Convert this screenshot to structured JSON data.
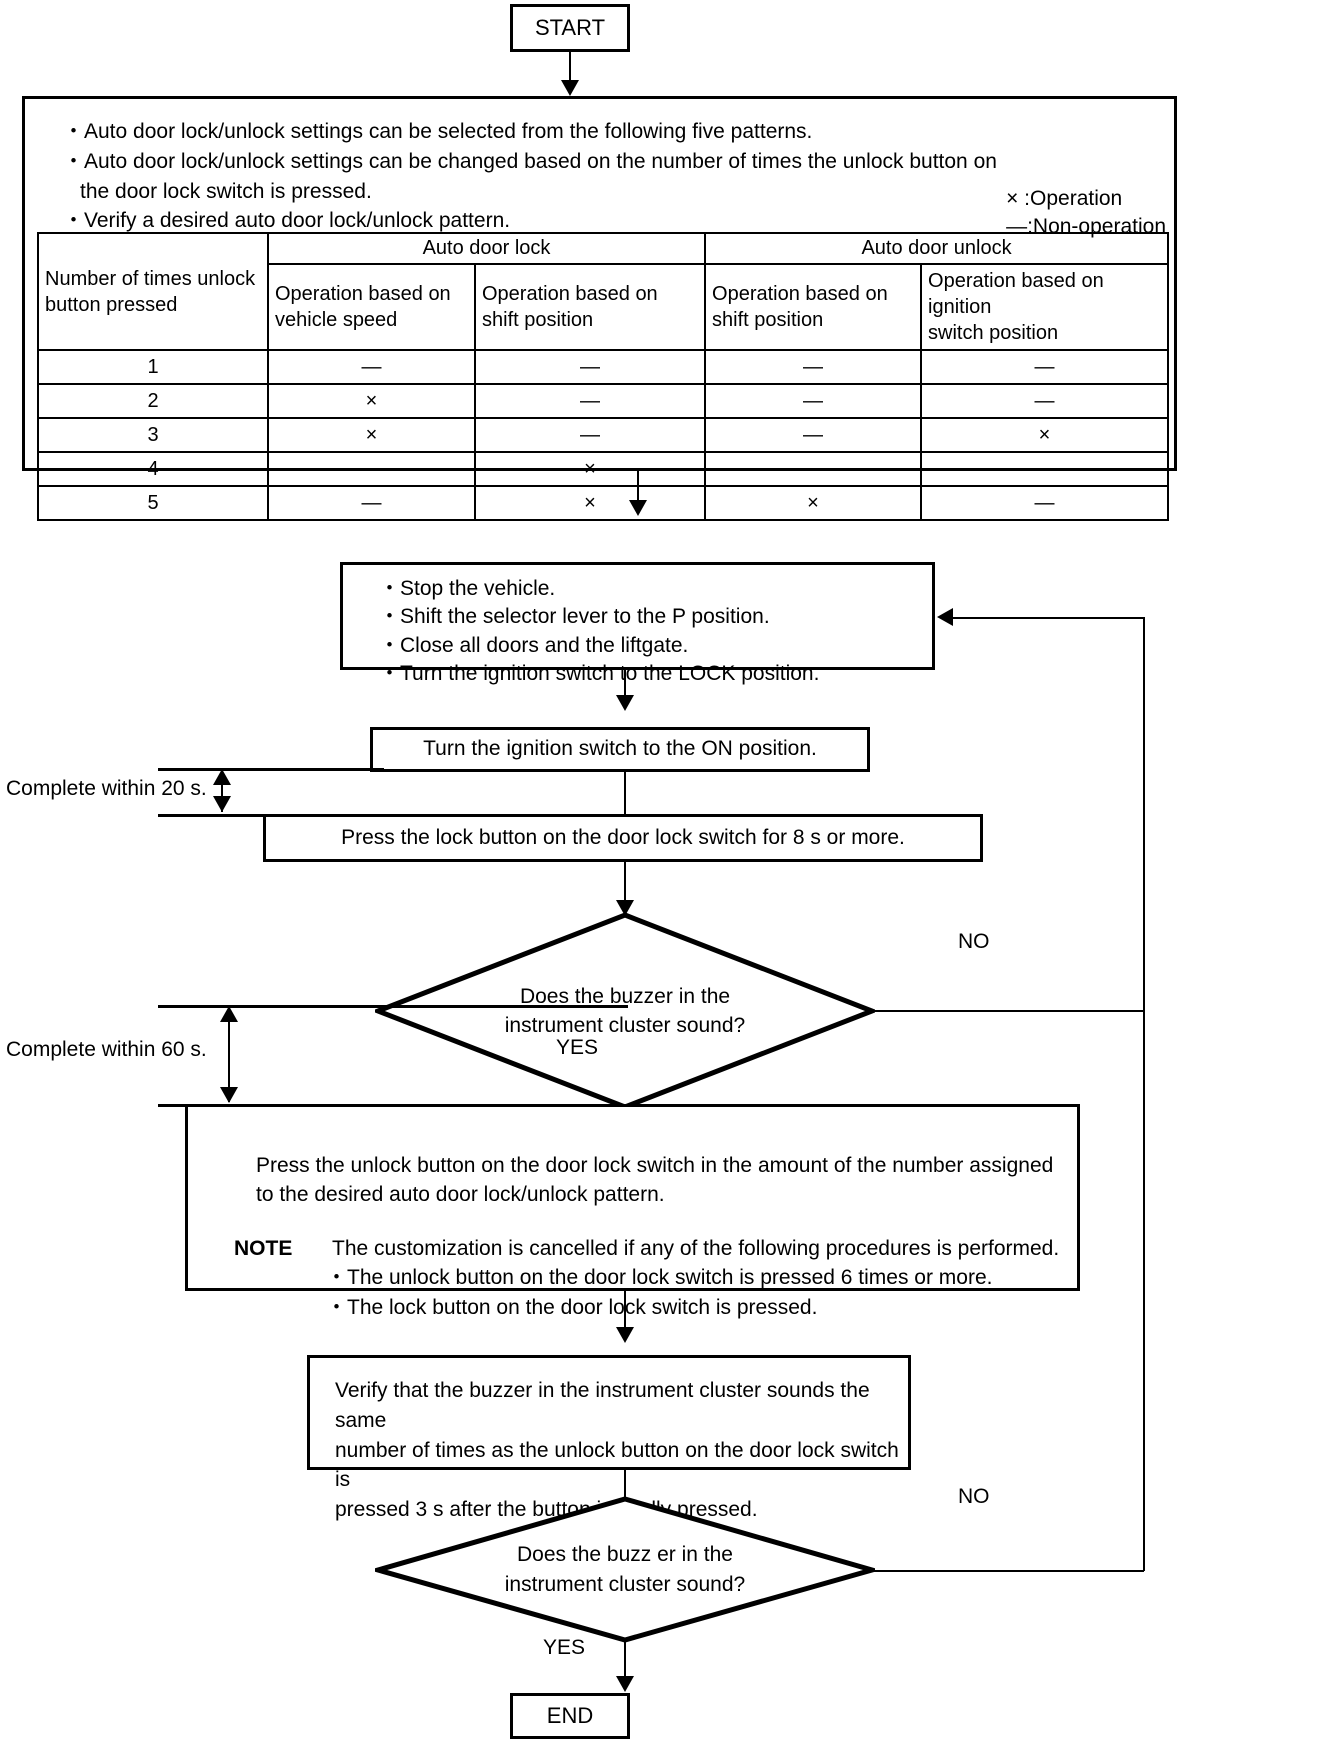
{
  "flowchart": {
    "start_label": "START",
    "end_label": "END",
    "info_panel": {
      "bullets": [
        "Auto door lock/unlock settings can be selected from the following five patterns.",
        "Auto door lock/unlock settings can be changed based on the number of times the unlock button on",
        "Verify a desired auto door lock/unlock pattern."
      ],
      "bullet2_continuation": "the door lock switch is pressed.",
      "legend": {
        "operation": "× :Operation",
        "non_operation": "—:Non-operation"
      }
    },
    "steps": {
      "prepare": [
        "Stop the vehicle.",
        "Shift the selector lever to the P position.",
        "Close all doors and the liftgate.",
        "Turn the ignition switch to the LOCK position."
      ],
      "ignition_on": "Turn the ignition switch to the ON position.",
      "press_lock": "Press the lock button on the door lock switch for 8 s or more.",
      "press_unlock_line1": "Press the unlock button on the door lock switch in the amount of the number assigned",
      "press_unlock_line2": "to the desired auto door lock/unlock pattern.",
      "note_keyword": "NOTE",
      "note_text": "The customization is cancelled if any of the following procedures is performed.",
      "note_bullets": [
        "The unlock button on the door lock switch is pressed 6 times or more.",
        "The lock button on the door lock switch is pressed."
      ],
      "verify_buzzer_line1": "Verify that the buzzer in the instrument cluster sounds the same",
      "verify_buzzer_line2": "number of times as the unlock button on the door lock switch is",
      "verify_buzzer_line3": "pressed 3 s after the button is finally pressed."
    },
    "decisions": {
      "first": {
        "line1": "Does the buzzer in the",
        "line2": "instrument cluster sound?",
        "yes_label": "YES",
        "no_label": "NO"
      },
      "second": {
        "line1": "Does the buzz er in the",
        "line2": "instrument cluster sound?",
        "yes_label": "YES",
        "no_label": "NO"
      }
    },
    "timing_annotations": [
      "Complete within 20 s.",
      "Complete within 60 s."
    ]
  },
  "table": {
    "row_header": {
      "line1": "Number of times unlock",
      "line2": "button pressed"
    },
    "group_headers": [
      "Auto door lock",
      "Auto door unlock"
    ],
    "sub_headers": [
      {
        "line1": "Operation based on",
        "line2": "vehicle speed"
      },
      {
        "line1": "Operation based on",
        "line2": "shift position"
      },
      {
        "line1": "Operation based on",
        "line2": "shift position"
      },
      {
        "line1": "Operation based on ignition",
        "line2": "switch position"
      }
    ],
    "rows": [
      {
        "n": "1",
        "values": [
          "—",
          "—",
          "—",
          "—"
        ]
      },
      {
        "n": "2",
        "values": [
          "×",
          "—",
          "—",
          "—"
        ]
      },
      {
        "n": "3",
        "values": [
          "×",
          "—",
          "—",
          "×"
        ]
      },
      {
        "n": "4",
        "values": [
          "—",
          "×",
          "—",
          "—"
        ]
      },
      {
        "n": "5",
        "values": [
          "—",
          "×",
          "×",
          "—"
        ]
      }
    ]
  }
}
